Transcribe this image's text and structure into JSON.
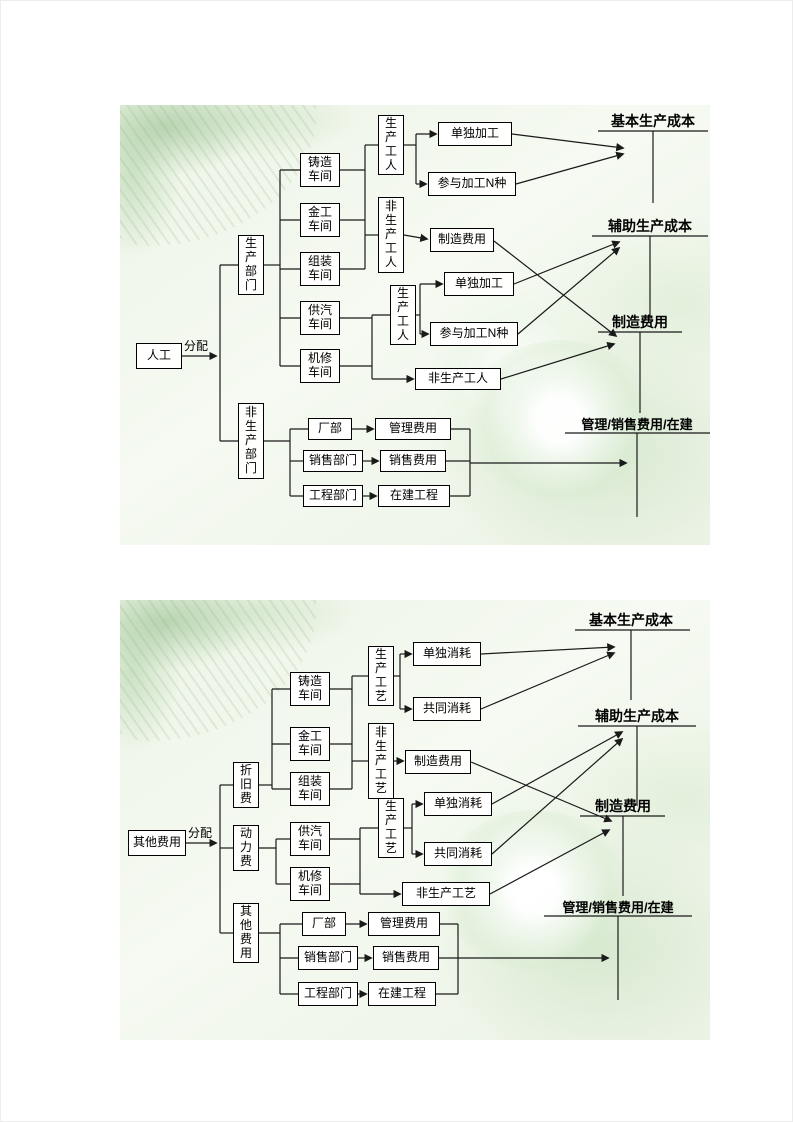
{
  "diagram1": {
    "source": "人工",
    "allocate_label": "分配",
    "production_dept": "生产部门",
    "non_production_dept": "非生产部门",
    "workshops": [
      "铸造车间",
      "金工车间",
      "组装车间",
      "供汽车间",
      "机修车间"
    ],
    "production_workers_1": "生产工人",
    "non_production_workers_1": "非生产工人",
    "single_processing_1": "单独加工",
    "joint_processing_1": "参与加工N种",
    "manufacturing_expense_box": "制造费用",
    "production_workers_2": "生产工人",
    "single_processing_2": "单独加工",
    "joint_processing_2": "参与加工N种",
    "non_production_workers_2": "非生产工人",
    "factory_hq": "厂部",
    "management_expense": "管理费用",
    "sales_dept": "销售部门",
    "sales_expense": "销售费用",
    "engineering_dept": "工程部门",
    "construction_in_progress": "在建工程",
    "accounts": [
      "基本生产成本",
      "辅助生产成本",
      "制造费用",
      "管理/销售费用/在建"
    ]
  },
  "diagram2": {
    "source": "其他费用",
    "allocate_label": "分配",
    "depreciation": "折旧费",
    "power": "动力费",
    "other_expense": "其他费用",
    "workshops": [
      "铸造车间",
      "金工车间",
      "组装车间",
      "供汽车间",
      "机修车间"
    ],
    "production_process_1": "生产工艺",
    "non_production_process_1": "非生产工艺",
    "single_consumption_1": "单独消耗",
    "joint_consumption_1": "共同消耗",
    "manufacturing_expense_box": "制造费用",
    "production_process_2": "生产工艺",
    "single_consumption_2": "单独消耗",
    "joint_consumption_2": "共同消耗",
    "non_production_process_2": "非生产工艺",
    "factory_hq": "厂部",
    "management_expense": "管理费用",
    "sales_dept": "销售部门",
    "sales_expense": "销售费用",
    "engineering_dept": "工程部门",
    "construction_in_progress": "在建工程",
    "accounts": [
      "基本生产成本",
      "辅助生产成本",
      "制造费用",
      "管理/销售费用/在建"
    ]
  }
}
